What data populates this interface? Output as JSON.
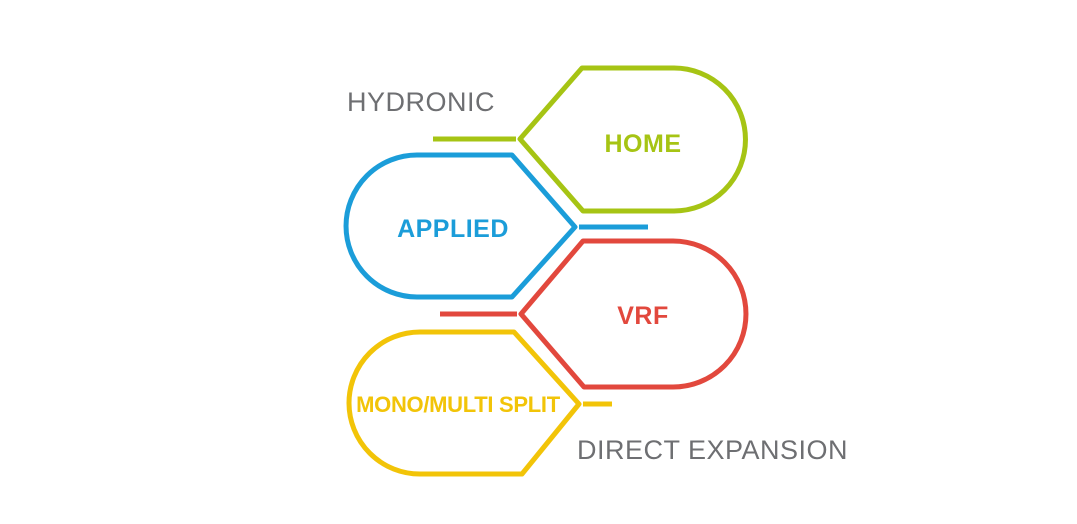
{
  "diagram": {
    "background_color": "#ffffff",
    "group_labels": [
      {
        "text": "HYDRONIC",
        "color": "#6e6f72"
      },
      {
        "text": "DIRECT EXPANSION",
        "color": "#6e6f72"
      }
    ],
    "nodes": [
      {
        "label": "HOME",
        "color": "#a6c414"
      },
      {
        "label": "APPLIED",
        "color": "#1b9dd9"
      },
      {
        "label": "VRF",
        "color": "#e2483d"
      },
      {
        "label": "MONO/MULTI SPLIT",
        "color": "#f2c408"
      }
    ]
  }
}
